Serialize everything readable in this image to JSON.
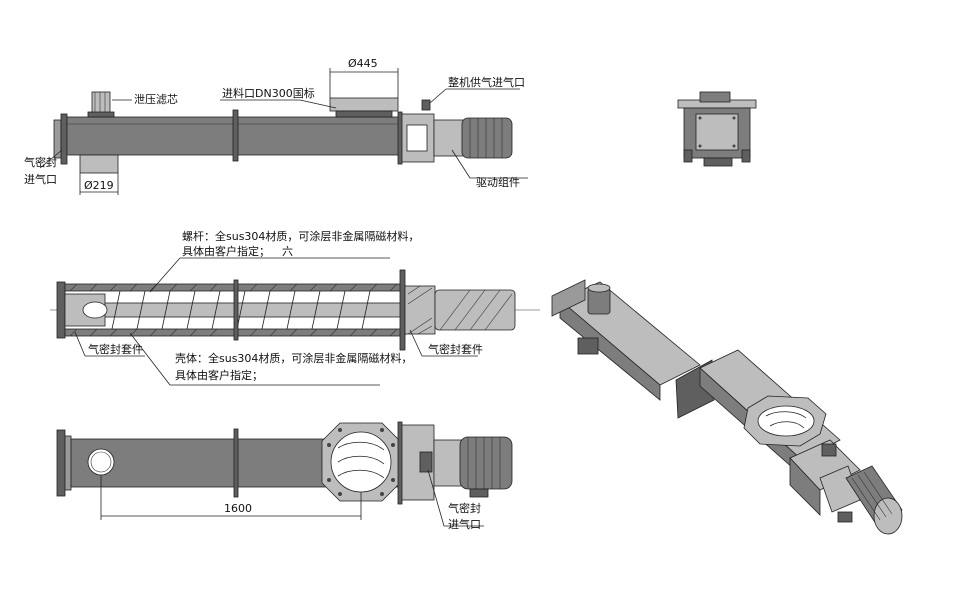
{
  "labels": {
    "pressure_filter": "泄压滤芯",
    "inlet_dn300": "进料口DN300国标",
    "machine_air_inlet": "整机供气进气口",
    "seal_inlet_line1": "气密封",
    "seal_inlet_line2": "进气口",
    "drive_assembly": "驱动组件",
    "screw_note_line1": "螺杆：全sus304材质，可涂层非金属隔磁材料，",
    "screw_note_line2": "具体由客户指定；",
    "screw_note_mark": "六",
    "seal_kit_left": "气密封套件",
    "seal_kit_right": "气密封套件",
    "shell_note_line1": "壳体：全sus304材质，可涂层非金属隔磁材料，",
    "shell_note_line2": "具体由客户指定；",
    "bottom_seal_line1": "气密封",
    "bottom_seal_line2": "进气口"
  },
  "dimensions": {
    "inlet_diameter": "Ø445",
    "outlet_diameter": "Ø219",
    "length": "1600"
  },
  "colors": {
    "steel": "#7d7d7d",
    "steel_dark": "#5f5f5f",
    "steel_light": "#bdbdbd",
    "line": "#222222"
  }
}
